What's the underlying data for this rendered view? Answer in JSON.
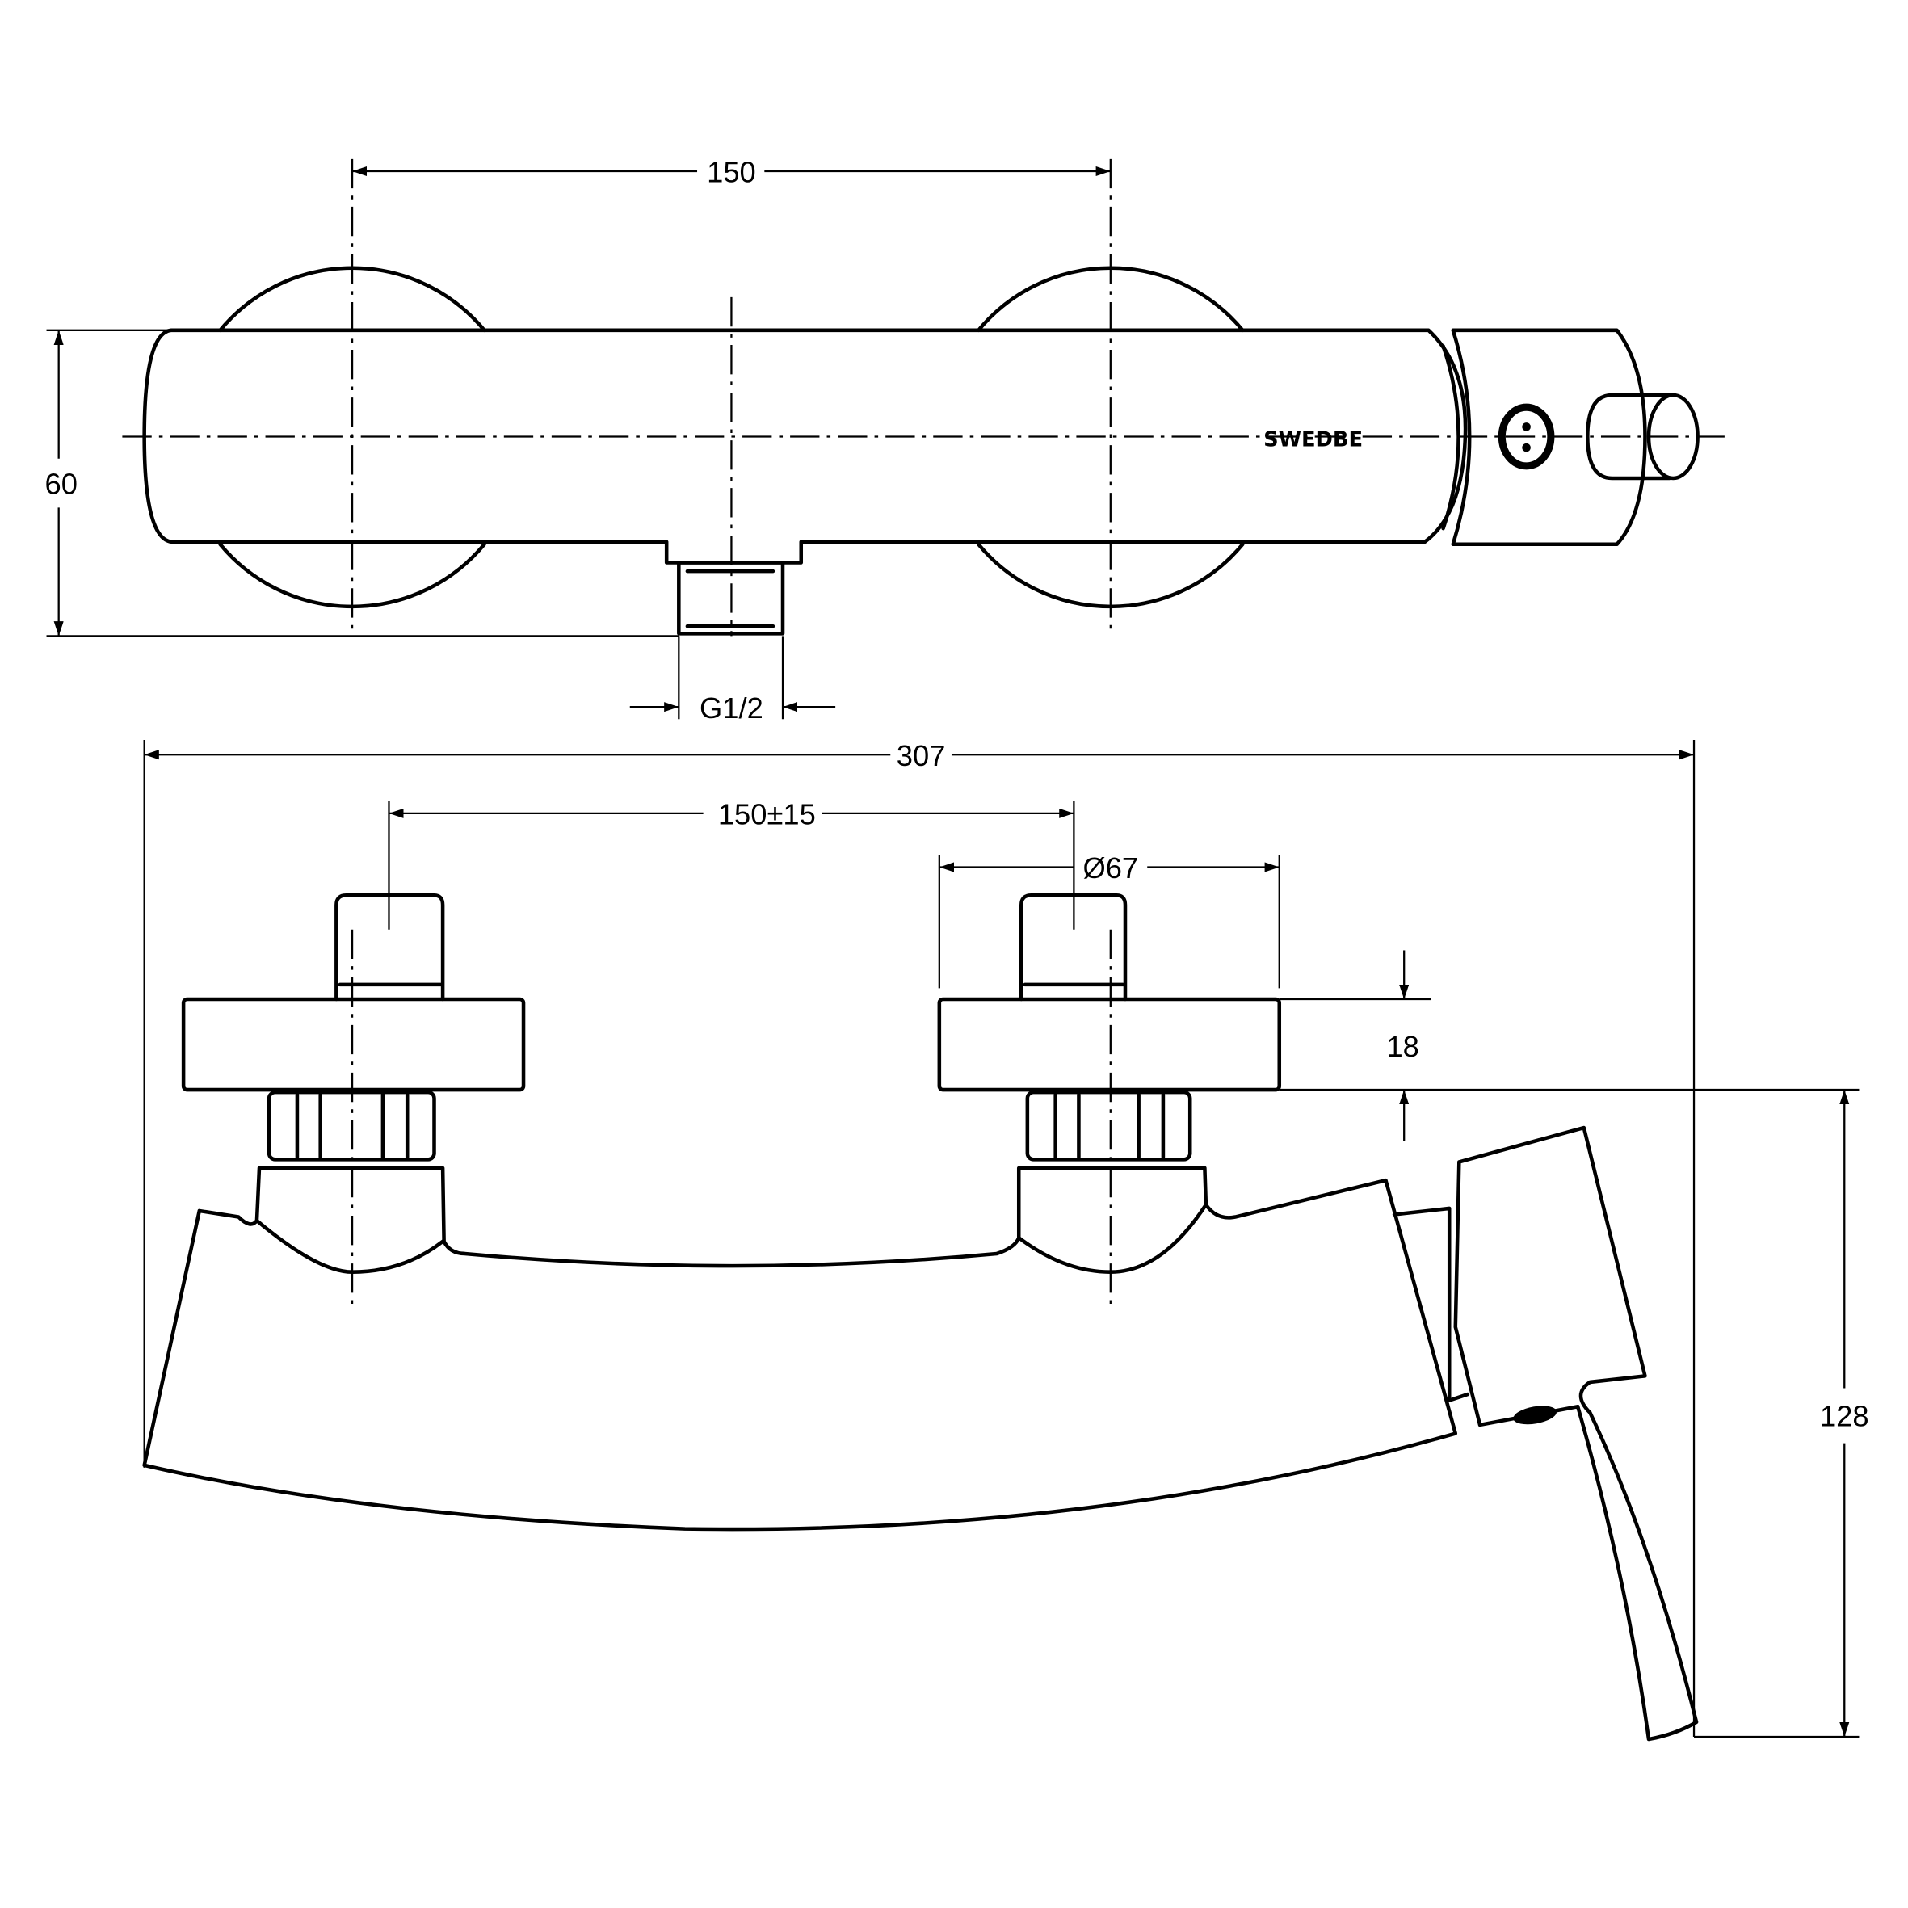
{
  "brand": {
    "logo_text": "SWEDBE"
  },
  "top_view": {
    "dimensions": {
      "wall_connection_spacing": "150",
      "depth": "60",
      "outlet_thread": "G1/2"
    }
  },
  "front_view": {
    "dimensions": {
      "overall_width": "307",
      "connection_spacing": "150±15",
      "flange_diameter": "Ø67",
      "flange_height": "18",
      "overall_height": "128"
    }
  },
  "colors": {
    "line": "#000000",
    "background": "#ffffff"
  }
}
